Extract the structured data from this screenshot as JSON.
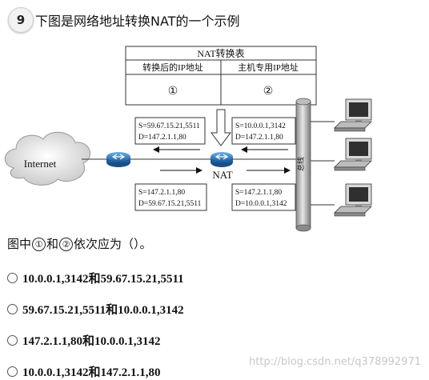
{
  "question": {
    "number": "9",
    "title": "下图是网络地址转换NAT的一个示例"
  },
  "diagram": {
    "table_title": "NAT转换表",
    "col_left_header": "转换后的IP地址",
    "col_right_header": "主机专用IP地址",
    "col_left_value": "①",
    "col_right_value": "②",
    "internet_label": "Internet",
    "nat_label": "NAT",
    "bus_label": "总线",
    "box_top_left": {
      "line1": "S=59.67.15.21,5511",
      "line2": "D=147.2.1.1,80"
    },
    "box_top_right": {
      "line1": "S=10.0.0.1,3142",
      "line2": "D=147.2.1.1,80"
    },
    "box_bottom_left": {
      "line1": "S=147.2.1.1,80",
      "line2": "D=59.67.15.21,5511"
    },
    "box_bottom_right": {
      "line1": "S=147.2.1.1,80",
      "line2": "D=10.0.0.1,3142"
    }
  },
  "prompt": {
    "prefix": "图中",
    "mark1": "①",
    "conj": "和",
    "mark2": "②",
    "suffix": "依次应为（）。"
  },
  "options": [
    "10.0.0.1,3142和59.67.15.21,5511",
    "59.67.15.21,5511和10.0.0.1,3142",
    "147.2.1.1,80和10.0.0.1,3142",
    "10.0.0.1,3142和147.2.1.1,80"
  ],
  "watermark": "http://blog.csdn.net/q378992971"
}
